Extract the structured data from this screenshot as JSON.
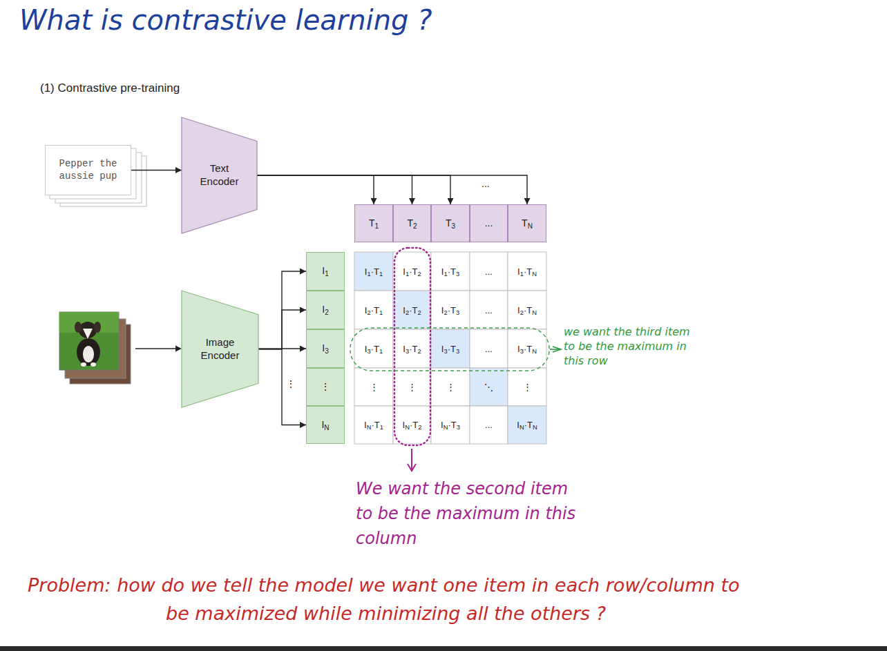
{
  "diagram": {
    "title": "What is contrastive learning ?",
    "nodes": [
      {
        "text": [
          "Pepper the aussie pup"
        ]
      },
      {
        "text": [
          "Text Encoder"
        ]
      },
      {
        "text": [
          "T1"
        ]
      },
      {
        "text": [
          "T2"
        ]
      },
      {
        "text": [
          "T3"
        ]
      },
      {
        "text": [
          "..."
        ]
      },
      {
        "text": [
          "TN"
        ]
      },
      {
        "text": [
          "Image Encoder"
        ]
      },
      {
        "text": [
          "I1"
        ]
      },
      {
        "text": [
          "I2"
        ]
      },
      {
        "text": [
          "I3"
        ]
      },
      {
        "text": [
          "⋮"
        ]
      },
      {
        "text": [
          "IN"
        ]
      }
    ],
    "edges": [
      {
        "from": 0,
        "to": 1,
        "arrow": "to"
      },
      {
        "from": 1,
        "to": 2,
        "arrow": "to"
      },
      {
        "from": 1,
        "to": 3,
        "arrow": "to"
      },
      {
        "from": 1,
        "to": 4,
        "arrow": "to"
      },
      {
        "from": 1,
        "to": 6,
        "arrow": "to"
      },
      {
        "from": 7,
        "to": 8,
        "arrow": "to"
      },
      {
        "from": 7,
        "to": 9,
        "arrow": "to"
      },
      {
        "from": 7,
        "to": 10,
        "arrow": "to"
      },
      {
        "from": 7,
        "to": 12,
        "arrow": "to"
      }
    ],
    "labels": [
      "(1) Contrastive pre-training",
      "...",
      "⋮",
      "I1·T1",
      "I1·T2",
      "I1·T3",
      "...",
      "I1·TN",
      "I2·T1",
      "I2·T2",
      "I2·T3",
      "...",
      "I2·TN",
      "I3·T1",
      "I3·T2",
      "I3·T3",
      "...",
      "I3·TN",
      "⋮",
      "⋮",
      "⋮",
      "⋱",
      "⋮",
      "IN·T1",
      "IN·T2",
      "IN·T3",
      "...",
      "IN·TN",
      "we want the third item to be the maximum in this row",
      "We want the second item to be the maximum in this column",
      "Problem: how do we tell the model we want one item in each row/column to be maximized while minimizing all the others ?"
    ]
  }
}
